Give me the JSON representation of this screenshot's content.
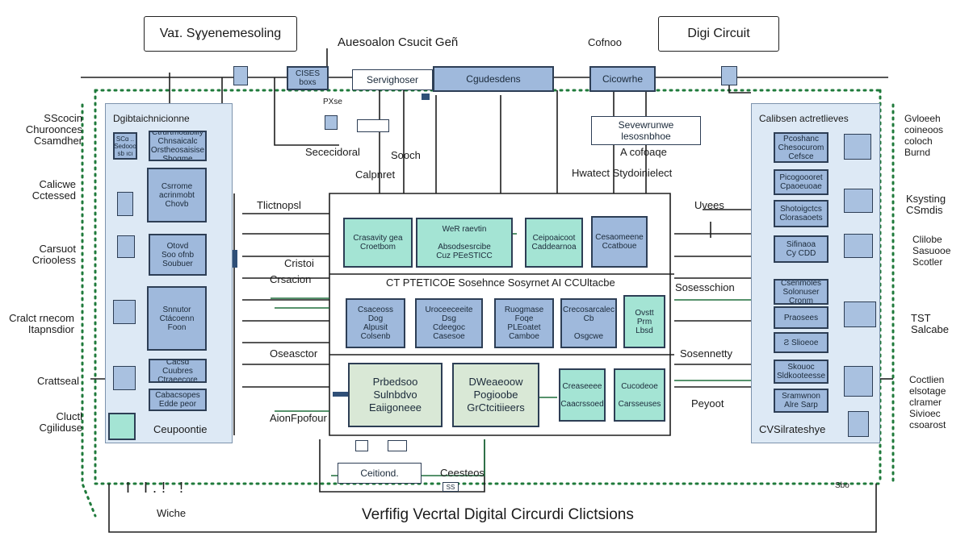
{
  "header": {
    "top_left_title": "Vaɪ. Sɣyenemesoling",
    "top_right_title": "Digi Circuit",
    "center_title": "Auesoalon Csucit Geñ",
    "cofino": "Cofnoo"
  },
  "top_blocks": {
    "cises": "CISES\nboxs",
    "servighoser": "Servighoser",
    "cgudesdens": "Cgudesdens",
    "cicowrhe": "Cicowrhe",
    "sevewrunwe": "Sevewrunwe\nlesosnbhoe",
    "pxse": "PXse",
    "sececidoral": "Sececidoral",
    "sooch": "Sooch",
    "cofoaqe": "A cofoaqe",
    "calpnret": "Calpnret",
    "hwatest": "Hwatect  Stydoinielect"
  },
  "left_panel": {
    "title": "Dgibtaichnicionne",
    "boxes": [
      "SCɑ ..\nSedooo\nsb ıcı",
      "Ctrurtmoaibilly\nChnsaicalc\nOrstheosaisise\nSboɑme",
      "Csrrome\nacrinmobt\nChovb",
      "Otovd\nSoo ofnb\nSoubuer",
      "Snnutor\nCtácoenn\nFoon",
      "Cacsd\nCuubres\nCtraeecore",
      "Cabacsopes\nEdde peor"
    ],
    "footer": "Ceupoontie"
  },
  "left_labels": {
    "scocin": "SScocin\nChuroonces\nCsamdher",
    "calicwe": "Calicwe\nCctessed",
    "carsuot": "Carsuot\nCriooless",
    "cralct": "Cralct rnecom\nItapnsdior",
    "crattseal": "Crattseal",
    "cluctl": "Cluctl\nCgiliduse"
  },
  "right_panel": {
    "title": "Calibsen actretlieves",
    "boxes": [
      "Pcoshanc\nChesocurom\nCefsce",
      "Picogoooret\nCpaoeuoae",
      "Shotoigctcs\nClorasaoets",
      "Sifinaoa\nCy CDD",
      "Csenmoles\nSolonuser\nCronm",
      "Praosees",
      "Ƨ Slioeoe",
      "Skouoc\nSldkooteesse",
      "Sramwnon\nAlre Sarp"
    ],
    "footer": "CVSilrateshye"
  },
  "right_labels": {
    "gvloeeh": "Gvloeeh\ncoineoos\ncoloch\nBurnd",
    "ksystng": "Ksysting\nCSmdis",
    "clilobe": "Clilobe\nSasuooe\nScotler",
    "tsalcbe": "TST\nSalcabe",
    "coctlien": "Coctlien\nelsotage\nclramer\nSivioec\ncsoarost"
  },
  "center": {
    "labels": {
      "tictnopsl": "Tlictnopsl",
      "cristoi": "Cristoi",
      "crsacion": "Crsacion",
      "oseasctor": "Oseasctor",
      "aionfpofour": "AionFpofour",
      "uvees": "Uvees",
      "soesschion": "Sosesschion",
      "sosennetty": "Sosennetty",
      "peyoot": "Peyoot"
    },
    "band_title": "CT PTETICOE Sosehnce Sosyrnet AI CCUltacbe",
    "row1": [
      "Crasavity gea\nCroetbom",
      "WeR raevtin\n\nAbsodsesrcibe\nCuz PEeSTICC",
      "Ceipoaicoot\nCaddearnoa",
      "Cesaomeene\nCcatboue"
    ],
    "row2": [
      "Csaceoss\nDog\nAlpusit\nColsenb",
      "Uroceeceeite\nDsg\nCdeegoc\nCasesoe",
      "Ruogmase\nFoqe\nPLEoatet\nCamboe",
      "Crecosarcalec\nCb\n\nOsgcwe",
      "Ovstt\nPrm\nLbsd"
    ],
    "row3": [
      "Prbedsoo\nSulnbdvo\nEaiigoneee",
      "DWeaeoow\nPogioobe\nGrCtcitiieers",
      "Creaseeee\n\nCaacrssoed",
      "Cucodeoe\n\nCarsseuses"
    ],
    "bottom_box": "Ceitiond.",
    "bottom_note": "Ceesteos",
    "bottom_chip": "SS"
  },
  "footer": {
    "title": "Verfifig Vecrtal Digital Circurdi Clictsions",
    "wiche": "Wiche",
    "tick_mark": "I I.! !",
    "sbo": "Sbo"
  },
  "colors": {
    "blue_block": "#9fb9dc",
    "teal_block": "#a4e4d4",
    "sage_block": "#d9e8d6",
    "panel_fill": "#dde9f5",
    "wire": "#1e1e1e",
    "dotted_border": "#1f7a3b"
  }
}
